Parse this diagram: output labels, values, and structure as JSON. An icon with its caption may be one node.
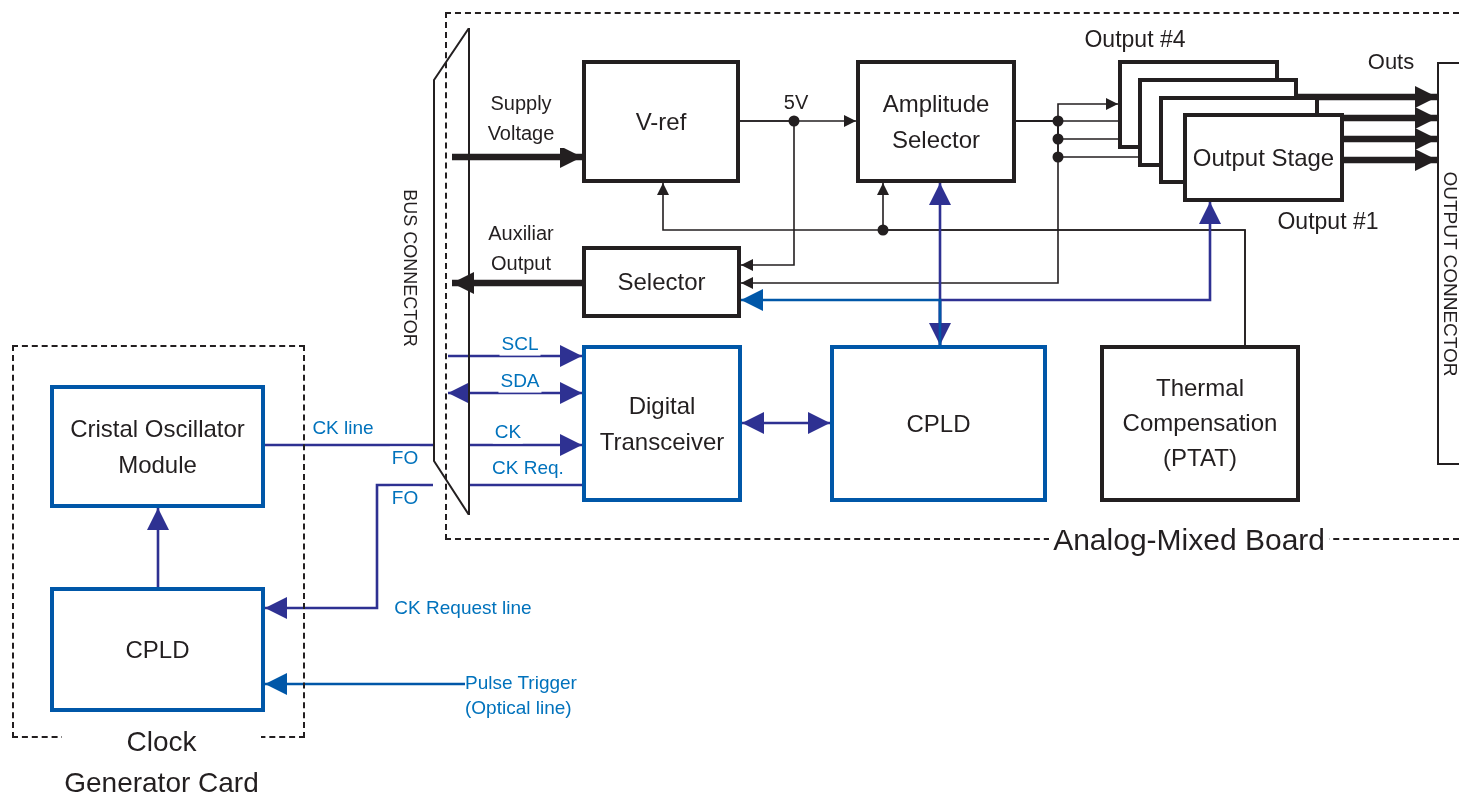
{
  "diagram": {
    "nodes": [
      {
        "text": [
          "Analog-Mixed Board"
        ]
      },
      {
        "text": [],
        "shape": "bar",
        "beside": [
          "BUS CONNECTOR"
        ]
      },
      {
        "text": [
          "V-ref"
        ],
        "in": 0
      },
      {
        "text": [
          "Amplitude Selector"
        ],
        "in": 0
      },
      {
        "text": [
          "Output Stage"
        ],
        "in": 0,
        "beside": [
          "Output #4",
          "Output #1"
        ]
      },
      {
        "text": [
          "Selector"
        ],
        "in": 0
      },
      {
        "text": [
          "Digital Transceiver"
        ],
        "in": 0
      },
      {
        "text": [
          "CPLD"
        ],
        "in": 0
      },
      {
        "text": [
          "Thermal Compensation (PTAT)"
        ],
        "in": 0
      },
      {
        "text": [
          "OUTPUT CONNECTOR"
        ],
        "in": 0
      },
      {
        "text": [
          "Clock Generator Card"
        ]
      },
      {
        "text": [
          "Cristal Oscillator Module"
        ],
        "in": 10
      },
      {
        "text": [
          "CPLD"
        ],
        "in": 10
      },
      {
        "text": [
          "Pulse Trigger (Optical line)"
        ]
      }
    ],
    "edges": [
      {
        "from": 1,
        "to": 2,
        "arrow": "to",
        "label": "Supply Voltage",
        "style": "thick"
      },
      {
        "from": 2,
        "to": 3,
        "arrow": "to",
        "label": "5V"
      },
      {
        "from": 2,
        "to": 5,
        "arrow": "to"
      },
      {
        "from": 5,
        "to": 1,
        "arrow": "to",
        "label": "Auxiliar Output",
        "style": "thick"
      },
      {
        "from": 3,
        "to": 4,
        "arrow": "to"
      },
      {
        "from": 3,
        "to": 4,
        "arrow": "to"
      },
      {
        "from": 3,
        "to": 4,
        "arrow": "to"
      },
      {
        "from": 3,
        "to": 4,
        "arrow": "to"
      },
      {
        "from": 3,
        "to": 5,
        "arrow": "to"
      },
      {
        "from": 8,
        "to": 2,
        "arrow": "to"
      },
      {
        "from": 8,
        "to": 3,
        "arrow": "to"
      },
      {
        "from": 7,
        "to": 3,
        "arrow": "both",
        "color": "#2e3192"
      },
      {
        "from": 7,
        "to": 4,
        "arrow": "to",
        "color": "#2e3192"
      },
      {
        "from": 7,
        "to": 5,
        "arrow": "to",
        "color": "#0057a8"
      },
      {
        "from": 4,
        "to": 9,
        "arrow": "to",
        "style": "thick"
      },
      {
        "from": 4,
        "to": 9,
        "arrow": "to",
        "style": "thick"
      },
      {
        "from": 4,
        "to": 9,
        "arrow": "to",
        "style": "thick"
      },
      {
        "from": 4,
        "to": 9,
        "arrow": "to",
        "style": "thick"
      },
      {
        "from": 1,
        "to": 6,
        "arrow": "to",
        "label": "SCL",
        "color": "#2e3192"
      },
      {
        "from": 1,
        "to": 6,
        "arrow": "both",
        "label": "SDA",
        "color": "#2e3192"
      },
      {
        "from": 11,
        "to": 1,
        "arrow": "none",
        "label": "CK line",
        "color": "#2e3192"
      },
      {
        "from": 1,
        "to": 6,
        "arrow": "to",
        "label": "CK",
        "color": "#2e3192"
      },
      {
        "from": 6,
        "to": 1,
        "arrow": "none",
        "label": "CK Req.",
        "color": "#2e3192"
      },
      {
        "from": 1,
        "to": 12,
        "arrow": "to",
        "label": "CK Request line",
        "color": "#2e3192"
      },
      {
        "from": 6,
        "to": 7,
        "arrow": "both",
        "color": "#2e3192"
      },
      {
        "from": 12,
        "to": 11,
        "arrow": "to",
        "color": "#2e3192"
      },
      {
        "from": 13,
        "to": 12,
        "arrow": "to",
        "color": "#0057a8"
      }
    ],
    "labels": [
      "Outs",
      "FO",
      "FO"
    ]
  }
}
